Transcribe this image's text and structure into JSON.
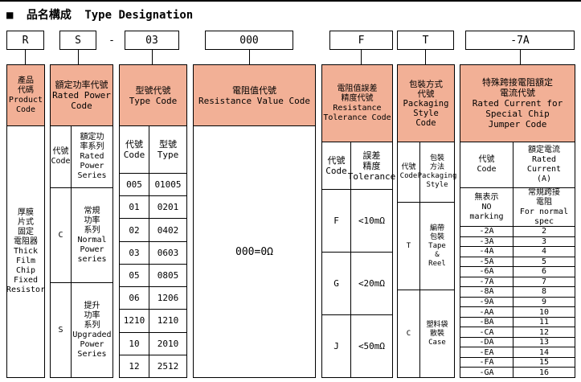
{
  "page": {
    "title_marker": "■",
    "title_zh": "品名構成",
    "title_en": "Type Designation"
  },
  "part_code": {
    "product": "R",
    "power": "S",
    "separator": "-",
    "type": "03",
    "resistance": "000",
    "tolerance": "F",
    "packaging": "T",
    "current": "-7A"
  },
  "colors": {
    "header_fill": "#f2b096"
  },
  "columns": {
    "product": {
      "header": "產品\n代碼\nProduct\nCode",
      "body": "厚膜\n片式\n固定\n電阻器\nThick\nFilm\nChip\nFixed\nResistor"
    },
    "power": {
      "header": "額定功率代號\nRated Power\nCode",
      "sub_code": "代號\nCode",
      "sub_series": "額定功\n率系列\nRated\nPower\nSeries",
      "rows": [
        {
          "code": "C",
          "series": "常規\n功率\n系列\nNormal\nPower\nseries"
        },
        {
          "code": "S",
          "series": "提升\n功率\n系列\nUpgraded\nPower\nSeries"
        }
      ]
    },
    "type": {
      "header": "型號代號\nType Code",
      "sub_code": "代號\nCode",
      "sub_type": "型號\nType",
      "rows": [
        {
          "code": "005",
          "type": "01005"
        },
        {
          "code": "01",
          "type": "0201"
        },
        {
          "code": "02",
          "type": "0402"
        },
        {
          "code": "03",
          "type": "0603"
        },
        {
          "code": "05",
          "type": "0805"
        },
        {
          "code": "06",
          "type": "1206"
        },
        {
          "code": "1210",
          "type": "1210"
        },
        {
          "code": "10",
          "type": "2010"
        },
        {
          "code": "12",
          "type": "2512"
        }
      ]
    },
    "resistance": {
      "header": "電阻值代號\nResistance Value Code",
      "body": "000=0Ω"
    },
    "tolerance": {
      "header": "電阻值誤差\n精度代號\nResistance\nTolerance Code",
      "sub_code": "代號\nCode",
      "sub_tol": "誤差\n精度\nTolerance",
      "rows": [
        {
          "code": "F",
          "tolerance": "<10mΩ"
        },
        {
          "code": "G",
          "tolerance": "<20mΩ"
        },
        {
          "code": "J",
          "tolerance": "<50mΩ"
        }
      ]
    },
    "packaging": {
      "header": "包裝方式\n代號\nPackaging\nStyle\nCode",
      "sub_code": "代號\nCode",
      "sub_style": "包裝\n方法\nPackaging\nStyle",
      "rows": [
        {
          "code": "T",
          "style": "編帶\n包裝\nTape\n&\nReel"
        },
        {
          "code": "C",
          "style": "塑料袋\n散裝\nCase"
        }
      ]
    },
    "current": {
      "header": "特殊跨接電阻額定\n電流代號\nRated Current for\nSpecial Chip\nJumper Code",
      "sub_code": "代號\nCode",
      "sub_current": "額定電流\nRated\nCurrent\n(A)",
      "special_row": {
        "code": "無表示\nNO\nmarking",
        "current": "常規跨接\n電阻\nFor normal\nspec"
      },
      "rows": [
        {
          "code": "-2A",
          "current": "2"
        },
        {
          "code": "-3A",
          "current": "3"
        },
        {
          "code": "-4A",
          "current": "4"
        },
        {
          "code": "-5A",
          "current": "5"
        },
        {
          "code": "-6A",
          "current": "6"
        },
        {
          "code": "-7A",
          "current": "7"
        },
        {
          "code": "-8A",
          "current": "8"
        },
        {
          "code": "-9A",
          "current": "9"
        },
        {
          "code": "-AA",
          "current": "10"
        },
        {
          "code": "-BA",
          "current": "11"
        },
        {
          "code": "-CA",
          "current": "12"
        },
        {
          "code": "-DA",
          "current": "13"
        },
        {
          "code": "-EA",
          "current": "14"
        },
        {
          "code": "-FA",
          "current": "15"
        },
        {
          "code": "-GA",
          "current": "16"
        }
      ]
    }
  }
}
